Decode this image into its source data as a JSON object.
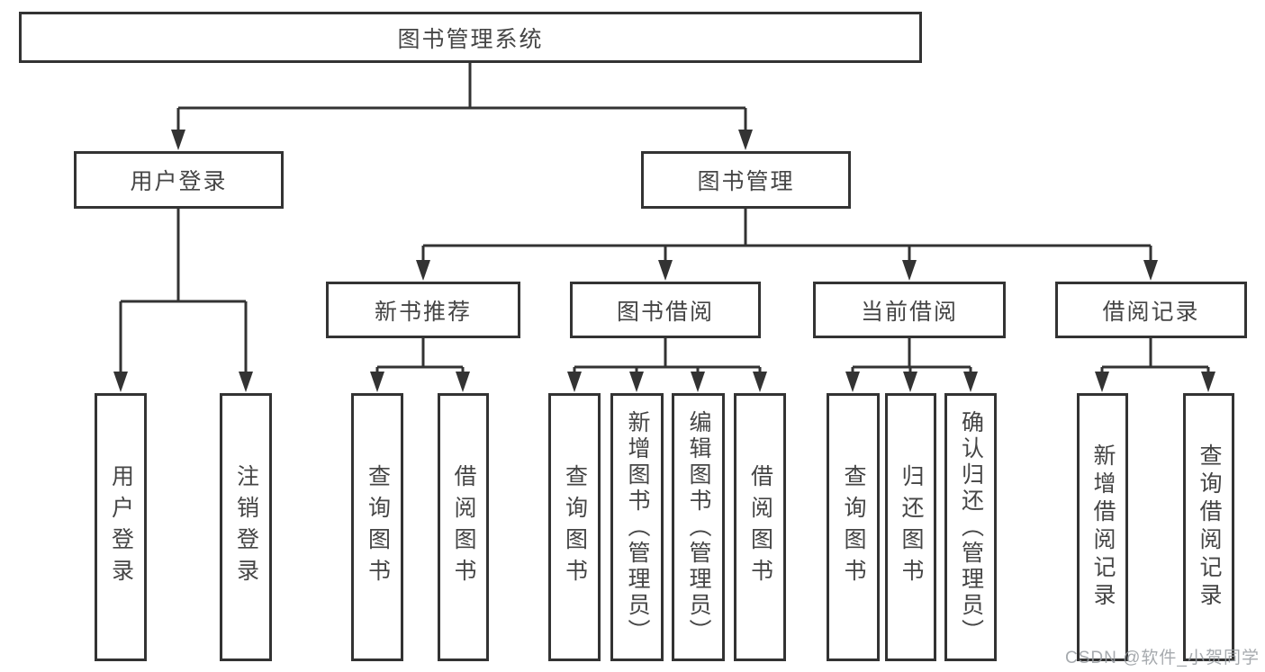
{
  "diagram": {
    "title": "图书管理系统",
    "nodes": {
      "root": "图书管理系统",
      "user_login": "用户登录",
      "book_mgmt": "图书管理",
      "new_books": "新书推荐",
      "book_borrow": "图书借阅",
      "current_borrow": "当前借阅",
      "borrow_records": "借阅记录",
      "leaf_user_login": "用户登录",
      "leaf_logout": "注销登录",
      "leaf_nb_query": "查询图书",
      "leaf_nb_borrow": "借阅图书",
      "leaf_bb_query": "查询图书",
      "leaf_bb_add": "新增图书（管理员）",
      "leaf_bb_edit": "编辑图书（管理员）",
      "leaf_bb_borrow": "借阅图书",
      "leaf_cb_query": "查询图书",
      "leaf_cb_return": "归还图书",
      "leaf_cb_confirm": "确认归还（管理员）",
      "leaf_br_add": "新增借阅记录",
      "leaf_br_query": "查询借阅记录"
    },
    "colors": {
      "line": "#333333",
      "text": "#454545",
      "watermark": "#9aa0a5",
      "background": "#ffffff"
    }
  },
  "watermark": "CSDN @软件_小贺同学"
}
